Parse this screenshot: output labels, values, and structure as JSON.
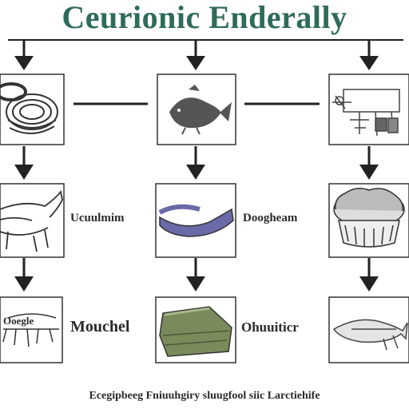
{
  "title": "Ceurionic Enderally",
  "labels": {
    "row2_left_mid": "Ucuulmim",
    "row2_right_mid": "Doogheam",
    "row3_left_mid": "Mouchel",
    "row3_right_mid": "Ohuuiticr",
    "row3_left_box": "Ooegle"
  },
  "caption": "Ecegipbeeg Fniuuhgiry sluugfool siic Larctiehife",
  "colors": {
    "title": "#2f6b5a",
    "ink": "#222222",
    "box_border": "#333333",
    "purple": "#6a6aa8",
    "green": "#7a8a5a",
    "brown": "#8a6a4a",
    "fish_gray": "#555555"
  },
  "icons": {
    "r1c1": "coiled-rope-icon",
    "r1c2": "fish-icon",
    "r1c3": "tools-sketch-icon",
    "r2c1": "animal-sketch-icon",
    "r2c2": "purple-band-icon",
    "r2c3": "basket-icon",
    "r3c1": "spiky-sketch-icon",
    "r3c2": "green-slab-icon",
    "r3c3": "fish-outline-icon"
  }
}
